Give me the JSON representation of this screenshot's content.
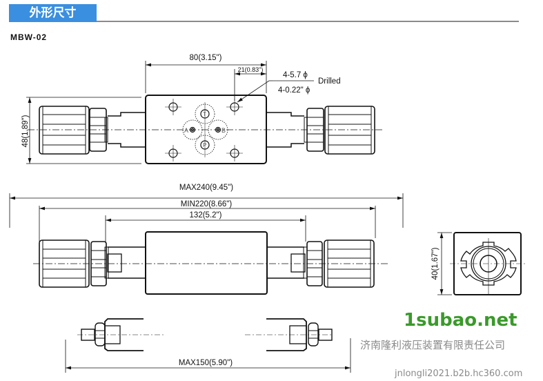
{
  "header": {
    "section_title": "外形尺寸",
    "accent_color": "#3a8fe0",
    "model": "MBW-02"
  },
  "top_view": {
    "width_dim": "80(3.15\")",
    "offset_dim": "21(0.83\")",
    "hole_metric": "4-5.7 ϕ",
    "hole_note": "Drilled",
    "hole_imperial": "4-0.22\" ϕ",
    "height_dim": "48(1.89\")",
    "port_labels": [
      "A",
      "B",
      "T",
      "P"
    ]
  },
  "side_view": {
    "max_length": "MAX240(9.45\")",
    "min_length": "MIN220(8.66\")",
    "body_length": "132(5.2\")"
  },
  "end_view": {
    "height_dim": "40(1.67\")"
  },
  "stroke_view": {
    "max_stroke": "MAX150(5.90\")"
  },
  "watermark": {
    "company": "济南隆利液压装置有限责任公司",
    "url": "jnlongli2021.b2b.hc360.com",
    "site": "1subao.net"
  }
}
